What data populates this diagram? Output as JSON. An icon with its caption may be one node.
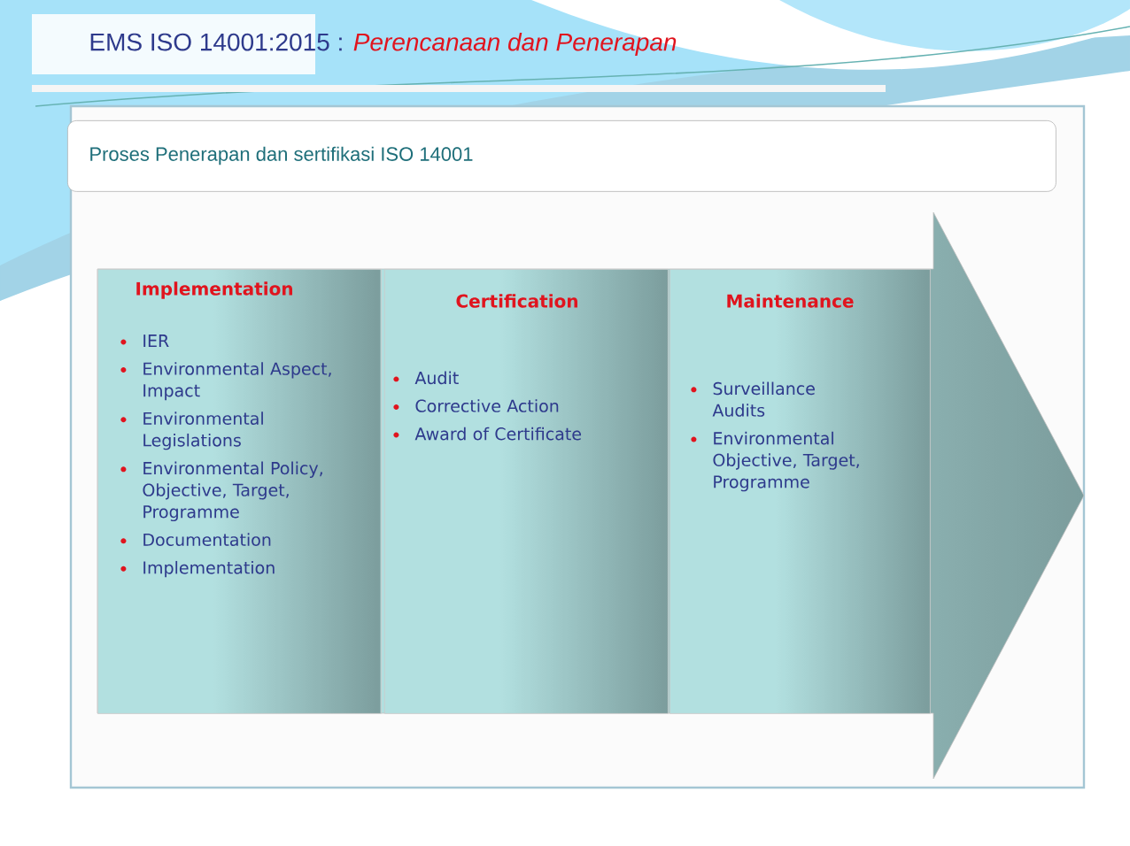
{
  "diagram": {
    "title": "EMS ISO 14001:2015 : *Perencanaan dan Penerapan*",
    "nodes": [
      {
        "text": [
          "Proses Penerapan dan sertifikasi ISO 14001"
        ]
      },
      {
        "text": [],
        "shape": "arrow"
      },
      {
        "text": [
          "Implementation",
          "IER",
          "Environmental Aspect, Impact",
          "Environmental Legislations",
          "Environmental Policy, Objective, Target, Programme",
          "Documentation",
          "Implementation"
        ],
        "in": 1
      },
      {
        "text": [
          "Certification",
          "Audit",
          "Corrective Action",
          "Award of Certificate"
        ],
        "in": 1
      },
      {
        "text": [
          "Maintenance",
          "Surveillance Audits",
          "Environmental Objective, Target, Programme"
        ],
        "in": 1
      }
    ]
  }
}
